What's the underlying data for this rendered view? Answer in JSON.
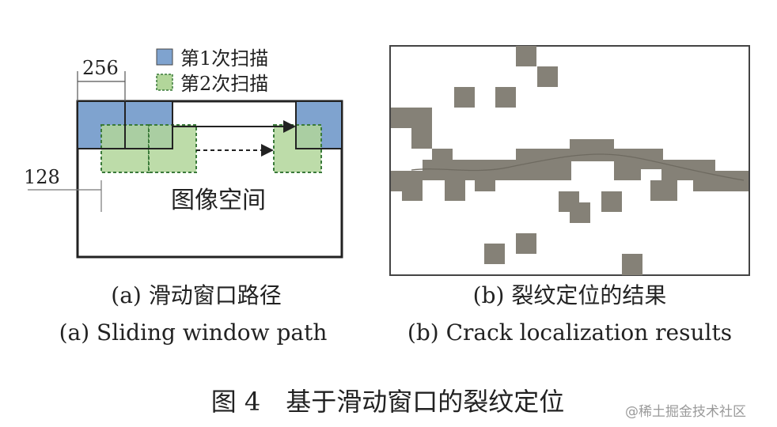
{
  "panel_a": {
    "legend": [
      {
        "label": "第1次扫描",
        "color": "#7fa3cf"
      },
      {
        "label": "第2次扫描",
        "color": "#b2d69a"
      }
    ],
    "dim_width": "256",
    "dim_height": "128",
    "space_label": "图像空间"
  },
  "panel_b": {
    "crack_color": "#858177"
  },
  "captions": {
    "a_zh": "(a) 滑动窗口路径",
    "a_en": "(a) Sliding window path",
    "b_zh": "(b) 裂纹定位的结果",
    "b_en": "(b) Crack localization results"
  },
  "figure_caption": "图 4　基于滑动窗口的裂纹定位",
  "watermark": "@稀土掘金技术社区"
}
